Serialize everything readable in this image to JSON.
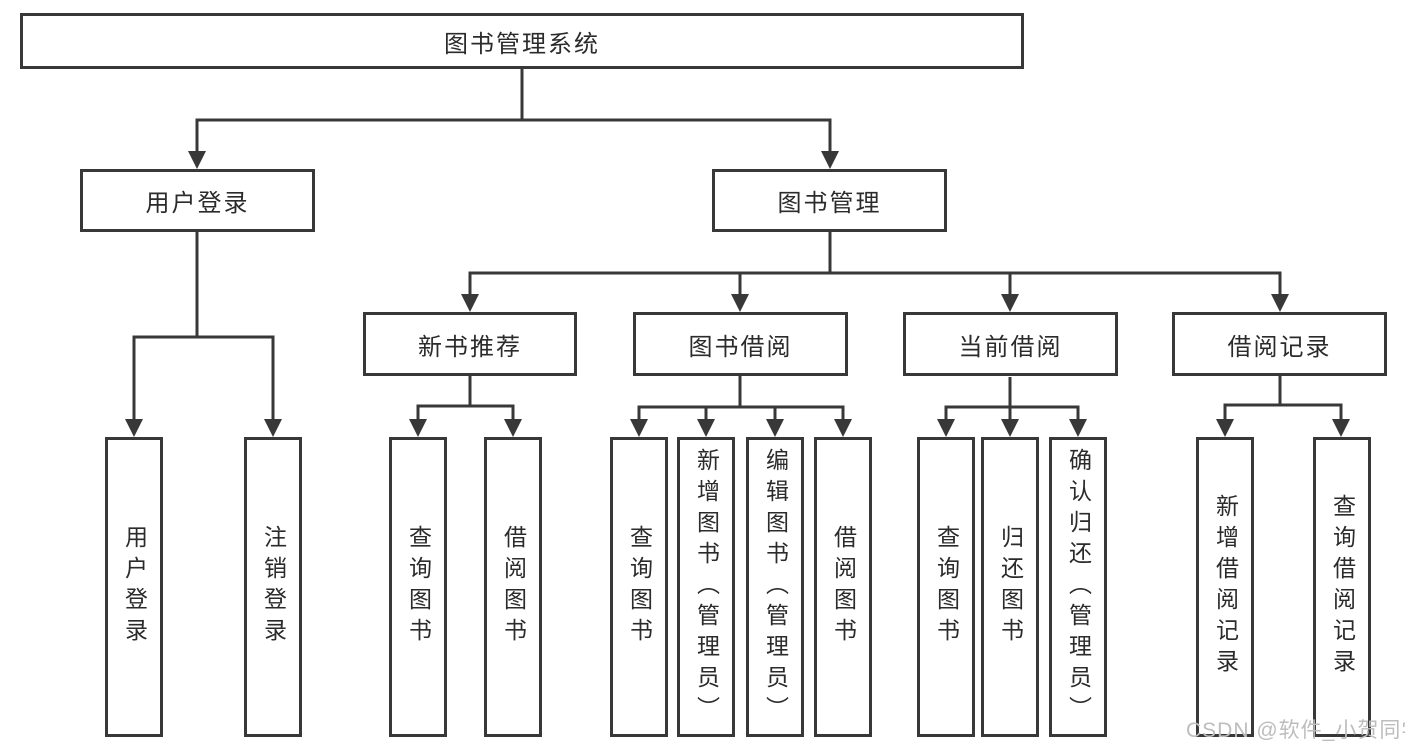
{
  "tree": {
    "root": {
      "label": "图书管理系统",
      "children": [
        {
          "label": "用户登录",
          "children": [
            {
              "label": "用户登录"
            },
            {
              "label": "注销登录"
            }
          ]
        },
        {
          "label": "图书管理",
          "children": [
            {
              "label": "新书推荐",
              "children": [
                {
                  "label": "查询图书"
                },
                {
                  "label": "借阅图书"
                }
              ]
            },
            {
              "label": "图书借阅",
              "children": [
                {
                  "label": "查询图书"
                },
                {
                  "label": "新增图书（管理员）"
                },
                {
                  "label": "编辑图书（管理员）"
                },
                {
                  "label": "借阅图书"
                }
              ]
            },
            {
              "label": "当前借阅",
              "children": [
                {
                  "label": "查询图书"
                },
                {
                  "label": "归还图书"
                },
                {
                  "label": "确认归还（管理员）"
                }
              ]
            },
            {
              "label": "借阅记录",
              "children": [
                {
                  "label": "新增借阅记录"
                },
                {
                  "label": "查询借阅记录"
                }
              ]
            }
          ]
        }
      ]
    }
  },
  "watermark": "CSDN @软件_小贺同学",
  "colors": {
    "line": "#383838",
    "text": "#2b2b2b",
    "background": "#ffffff",
    "watermark": "#bdbdbd"
  }
}
